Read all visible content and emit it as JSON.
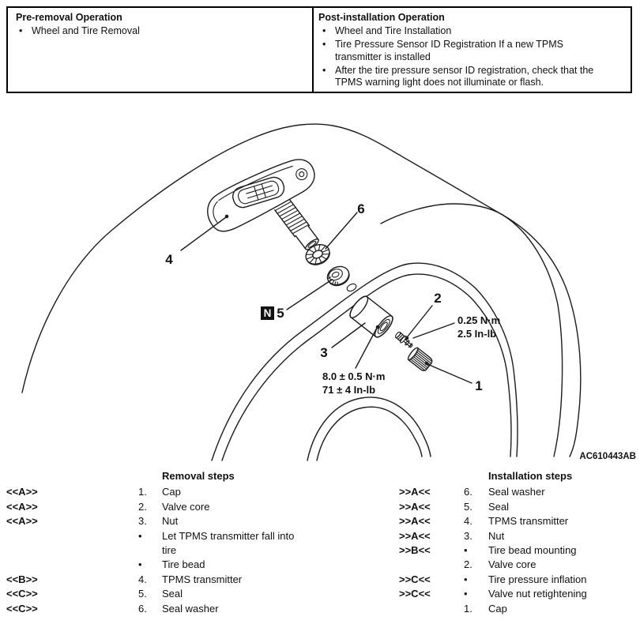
{
  "colors": {
    "ink": "#1c1c1c",
    "paper": "#ffffff"
  },
  "operations_table": {
    "bullet_glyph": "•",
    "pre_removal": {
      "title": "Pre-removal Operation",
      "items": [
        "Wheel and Tire Removal"
      ]
    },
    "post_installation": {
      "title": "Post-installation Operation",
      "items": [
        "Wheel and Tire Installation",
        "Tire Pressure Sensor ID Registration If a new TPMS transmitter is installed",
        "After the tire pressure sensor ID registration, check that the TPMS warning light does not illuminate or flash."
      ]
    }
  },
  "diagram": {
    "figure_code": "AC610443AB",
    "non_reusable_marker": "N",
    "labels": {
      "cap": "1",
      "valve_core": "2",
      "nut": "3",
      "transmitter": "4",
      "seal": "5",
      "seal_washer": "6"
    },
    "torque_valve_core": [
      "0.25 N·m",
      "2.5 In-lb"
    ],
    "torque_nut": [
      "8.0 ± 0.5 N·m",
      "71 ± 4 In-lb"
    ]
  },
  "removal_steps": {
    "title": "Removal steps",
    "rows": [
      {
        "marker": "<<A>>",
        "num": "1.",
        "label": "Cap"
      },
      {
        "marker": "<<A>>",
        "num": "2.",
        "label": "Valve core"
      },
      {
        "marker": "<<A>>",
        "num": "3.",
        "label": "Nut"
      },
      {
        "marker": "",
        "num": "•",
        "label": "Let TPMS transmitter fall into tire"
      },
      {
        "marker": "",
        "num": "•",
        "label": "Tire bead"
      },
      {
        "marker": "<<B>>",
        "num": "4.",
        "label": "TPMS transmitter"
      },
      {
        "marker": "<<C>>",
        "num": "5.",
        "label": "Seal"
      },
      {
        "marker": "<<C>>",
        "num": "6.",
        "label": "Seal washer"
      }
    ]
  },
  "installation_steps": {
    "title": "Installation steps",
    "rows": [
      {
        "marker": ">>A<<",
        "num": "6.",
        "label": "Seal washer"
      },
      {
        "marker": ">>A<<",
        "num": "5.",
        "label": "Seal"
      },
      {
        "marker": ">>A<<",
        "num": "4.",
        "label": "TPMS transmitter"
      },
      {
        "marker": ">>A<<",
        "num": "3.",
        "label": "Nut"
      },
      {
        "marker": ">>B<<",
        "num": "•",
        "label": "Tire bead mounting"
      },
      {
        "marker": "",
        "num": "2.",
        "label": "Valve core"
      },
      {
        "marker": ">>C<<",
        "num": "•",
        "label": "Tire pressure inflation"
      },
      {
        "marker": ">>C<<",
        "num": "•",
        "label": "Valve nut retightening"
      },
      {
        "marker": "",
        "num": "1.",
        "label": "Cap"
      }
    ]
  }
}
